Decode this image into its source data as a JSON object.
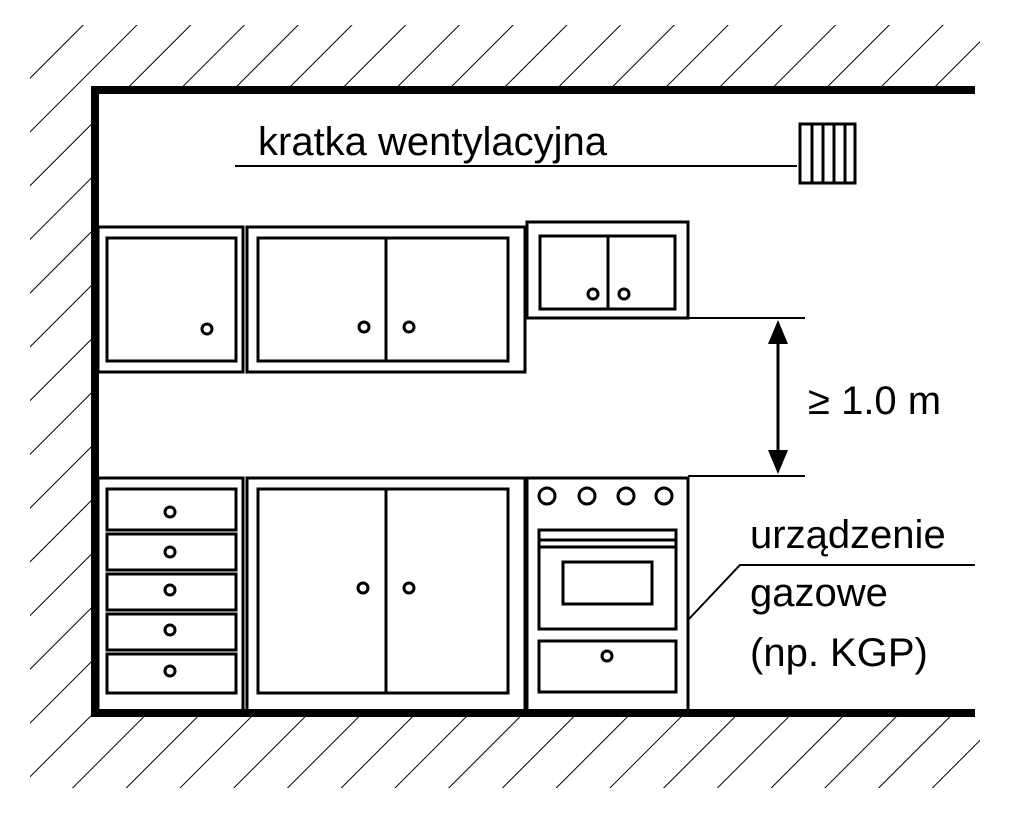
{
  "labels": {
    "vent": "kratka wentylacyjna",
    "distance": "≥ 1.0 m",
    "appliance_line1": "urządzenie",
    "appliance_line2": "gazowe",
    "appliance_line3": "(np. KGP)"
  },
  "colors": {
    "ink": "#000000",
    "background": "#ffffff"
  }
}
